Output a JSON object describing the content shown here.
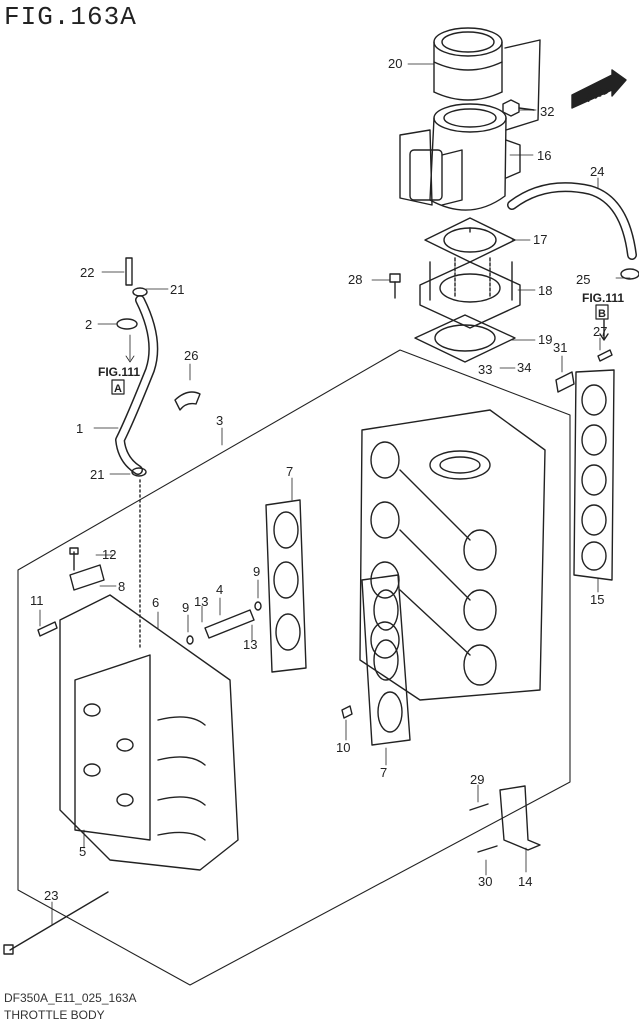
{
  "figure": {
    "title": "FIG.163A",
    "code": "DF350A_E11_025_163A",
    "name": "THROTTLE BODY"
  },
  "direction_badge": "FWD",
  "references": [
    {
      "label": "FIG.111",
      "letter": "A"
    },
    {
      "label": "FIG.111",
      "letter": "B"
    }
  ],
  "callouts": [
    "20",
    "32",
    "16",
    "24",
    "17",
    "28",
    "18",
    "25",
    "27",
    "19",
    "31",
    "33",
    "34",
    "22",
    "21",
    "2",
    "26",
    "1",
    "3",
    "21",
    "7",
    "12",
    "8",
    "11",
    "6",
    "9",
    "13",
    "4",
    "9",
    "13",
    "10",
    "7",
    "15",
    "5",
    "29",
    "14",
    "23",
    "30"
  ]
}
